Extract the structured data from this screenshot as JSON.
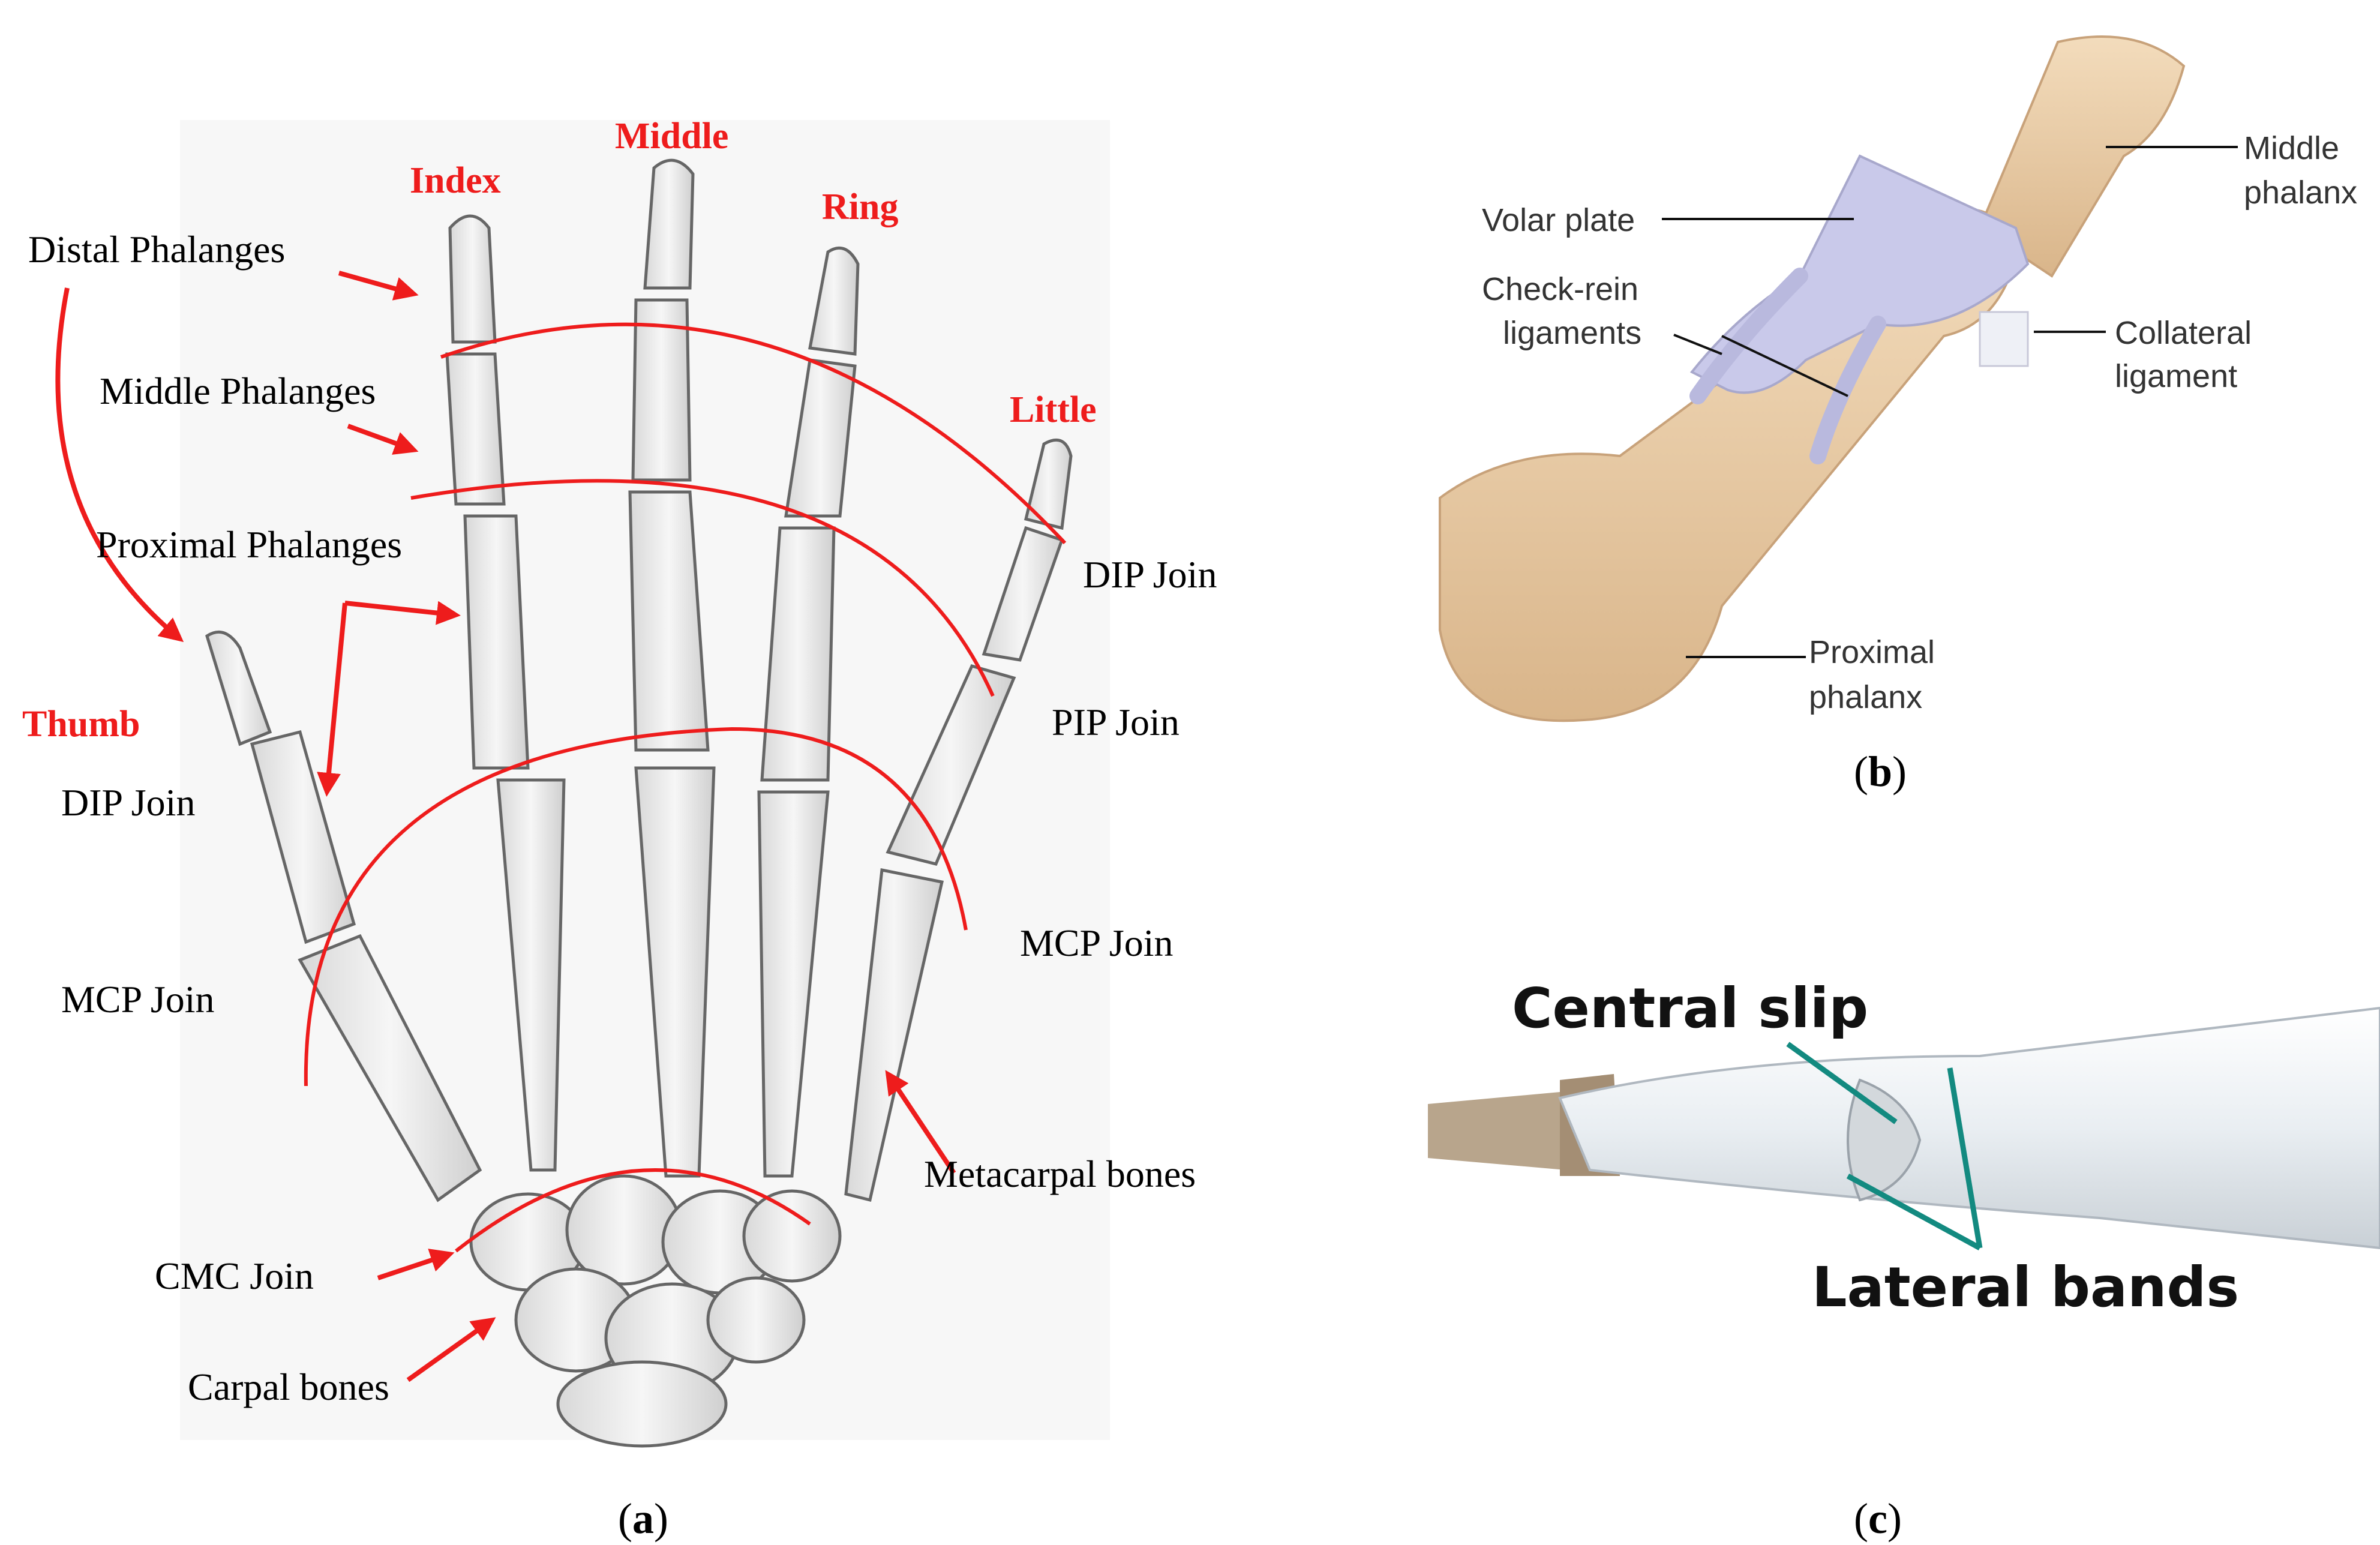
{
  "panel_a": {
    "fingers": {
      "index": "Index",
      "middle": "Middle",
      "ring": "Ring",
      "little": "Little",
      "thumb": "Thumb"
    },
    "labels": {
      "distal_phalanges": "Distal Phalanges",
      "middle_phalanges": "Middle Phalanges",
      "proximal_phalanges": "Proximal Phalanges",
      "dip_join_right": "DIP Join",
      "pip_join_right": "PIP Join",
      "dip_join_left": "DIP Join",
      "mcp_join_right": "MCP Join",
      "mcp_join_left": "MCP Join",
      "metacarpal_bones": "Metacarpal bones",
      "cmc_join": "CMC Join",
      "carpal_bones": "Carpal bones"
    },
    "caption": {
      "open": "(",
      "letter": "a",
      "close": ")"
    }
  },
  "panel_b": {
    "labels": {
      "volar_plate": "Volar plate",
      "check_rein_1": "Check-rein",
      "check_rein_2": "ligaments",
      "middle_phalanx_1": "Middle",
      "middle_phalanx_2": "phalanx",
      "collateral_1": "Collateral",
      "collateral_2": "ligament",
      "proximal_phalanx_1": "Proximal",
      "proximal_phalanx_2": "phalanx"
    },
    "caption": {
      "open": "(",
      "letter": "b",
      "close": ")"
    }
  },
  "panel_c": {
    "labels": {
      "central_slip": "Central slip",
      "lateral_bands": "Lateral bands"
    },
    "caption": {
      "open": "(",
      "letter": "c",
      "close": ")"
    }
  },
  "colors": {
    "annotation_red": "#ee1c1c",
    "bone_gray": "#e9e9e9",
    "bone_tan": "#e8c9a0",
    "volar_plate": "#c9c9ea",
    "tendon_teal": "#138a80"
  }
}
